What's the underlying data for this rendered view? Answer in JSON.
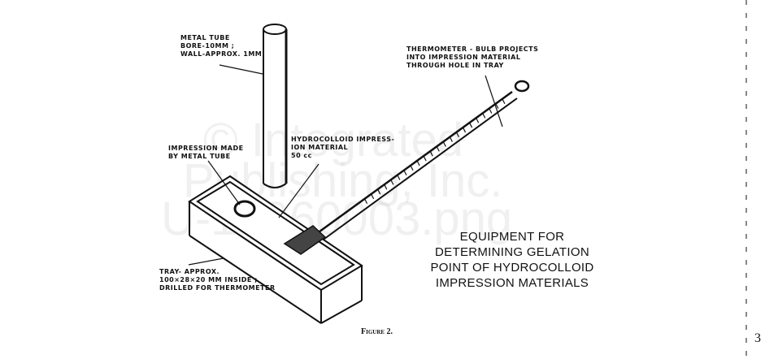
{
  "figure": {
    "labels": {
      "metal_tube": [
        "METAL TUBE",
        "BORE-10MM ;",
        "WALL-APPROX. 1MM"
      ],
      "thermometer": [
        "THERMOMETER - BULB PROJECTS",
        "INTO IMPRESSION MATERIAL",
        "THROUGH HOLE IN TRAY"
      ],
      "hydrocolloid": [
        "HYDROCOLLOID IMPRESS-",
        "ION MATERIAL",
        "50 cc"
      ],
      "impression": [
        "IMPRESSION MADE",
        "BY METAL TUBE"
      ],
      "tray": [
        "TRAY- APPROX.",
        "100×28×20 MM INSIDE ;",
        "DRILLED FOR THERMOMETER"
      ]
    },
    "heading": [
      "EQUIPMENT FOR",
      "DETERMINING GELATION",
      "POINT OF HYDROCOLLOID",
      "IMPRESSION MATERIALS"
    ],
    "caption": "Figure 2.",
    "watermark": [
      "© Integrated",
      "Publishing, Inc.",
      "U-14960003.png"
    ]
  },
  "page_number": "3"
}
